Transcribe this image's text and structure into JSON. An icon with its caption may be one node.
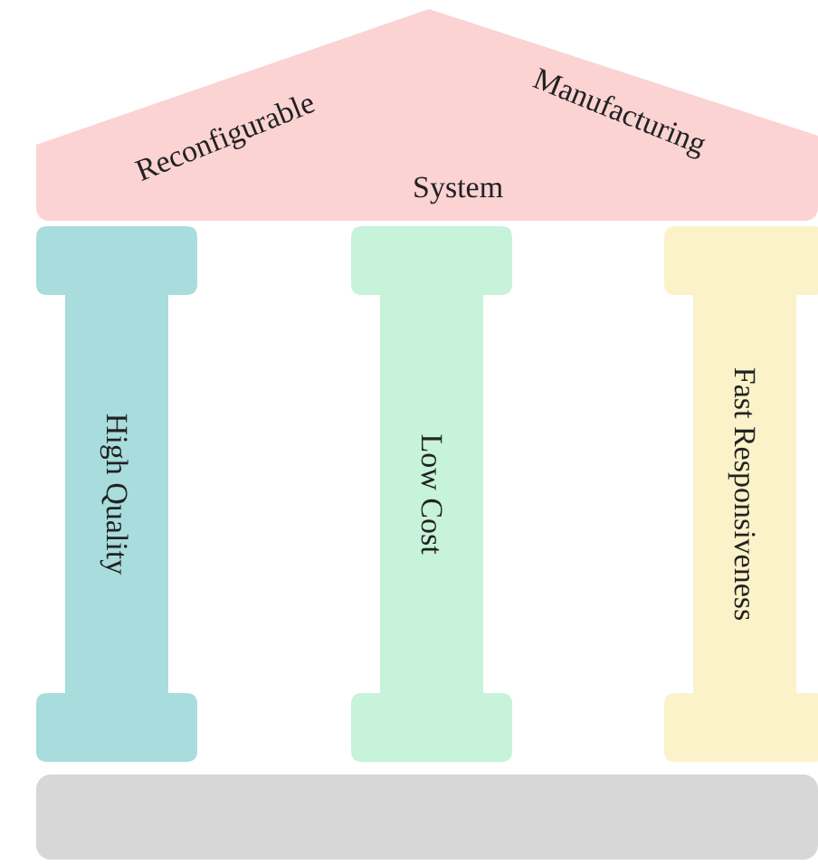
{
  "diagram": {
    "nodes": [
      {
        "text": [
          "Reconfigurable",
          "Manufacturing",
          "System"
        ]
      },
      {
        "text": [
          "High Quality"
        ]
      },
      {
        "text": [
          "Low Cost"
        ]
      },
      {
        "text": [
          "Fast Responsiveness"
        ]
      },
      {
        "text": [],
        "shape": "bar"
      }
    ]
  }
}
